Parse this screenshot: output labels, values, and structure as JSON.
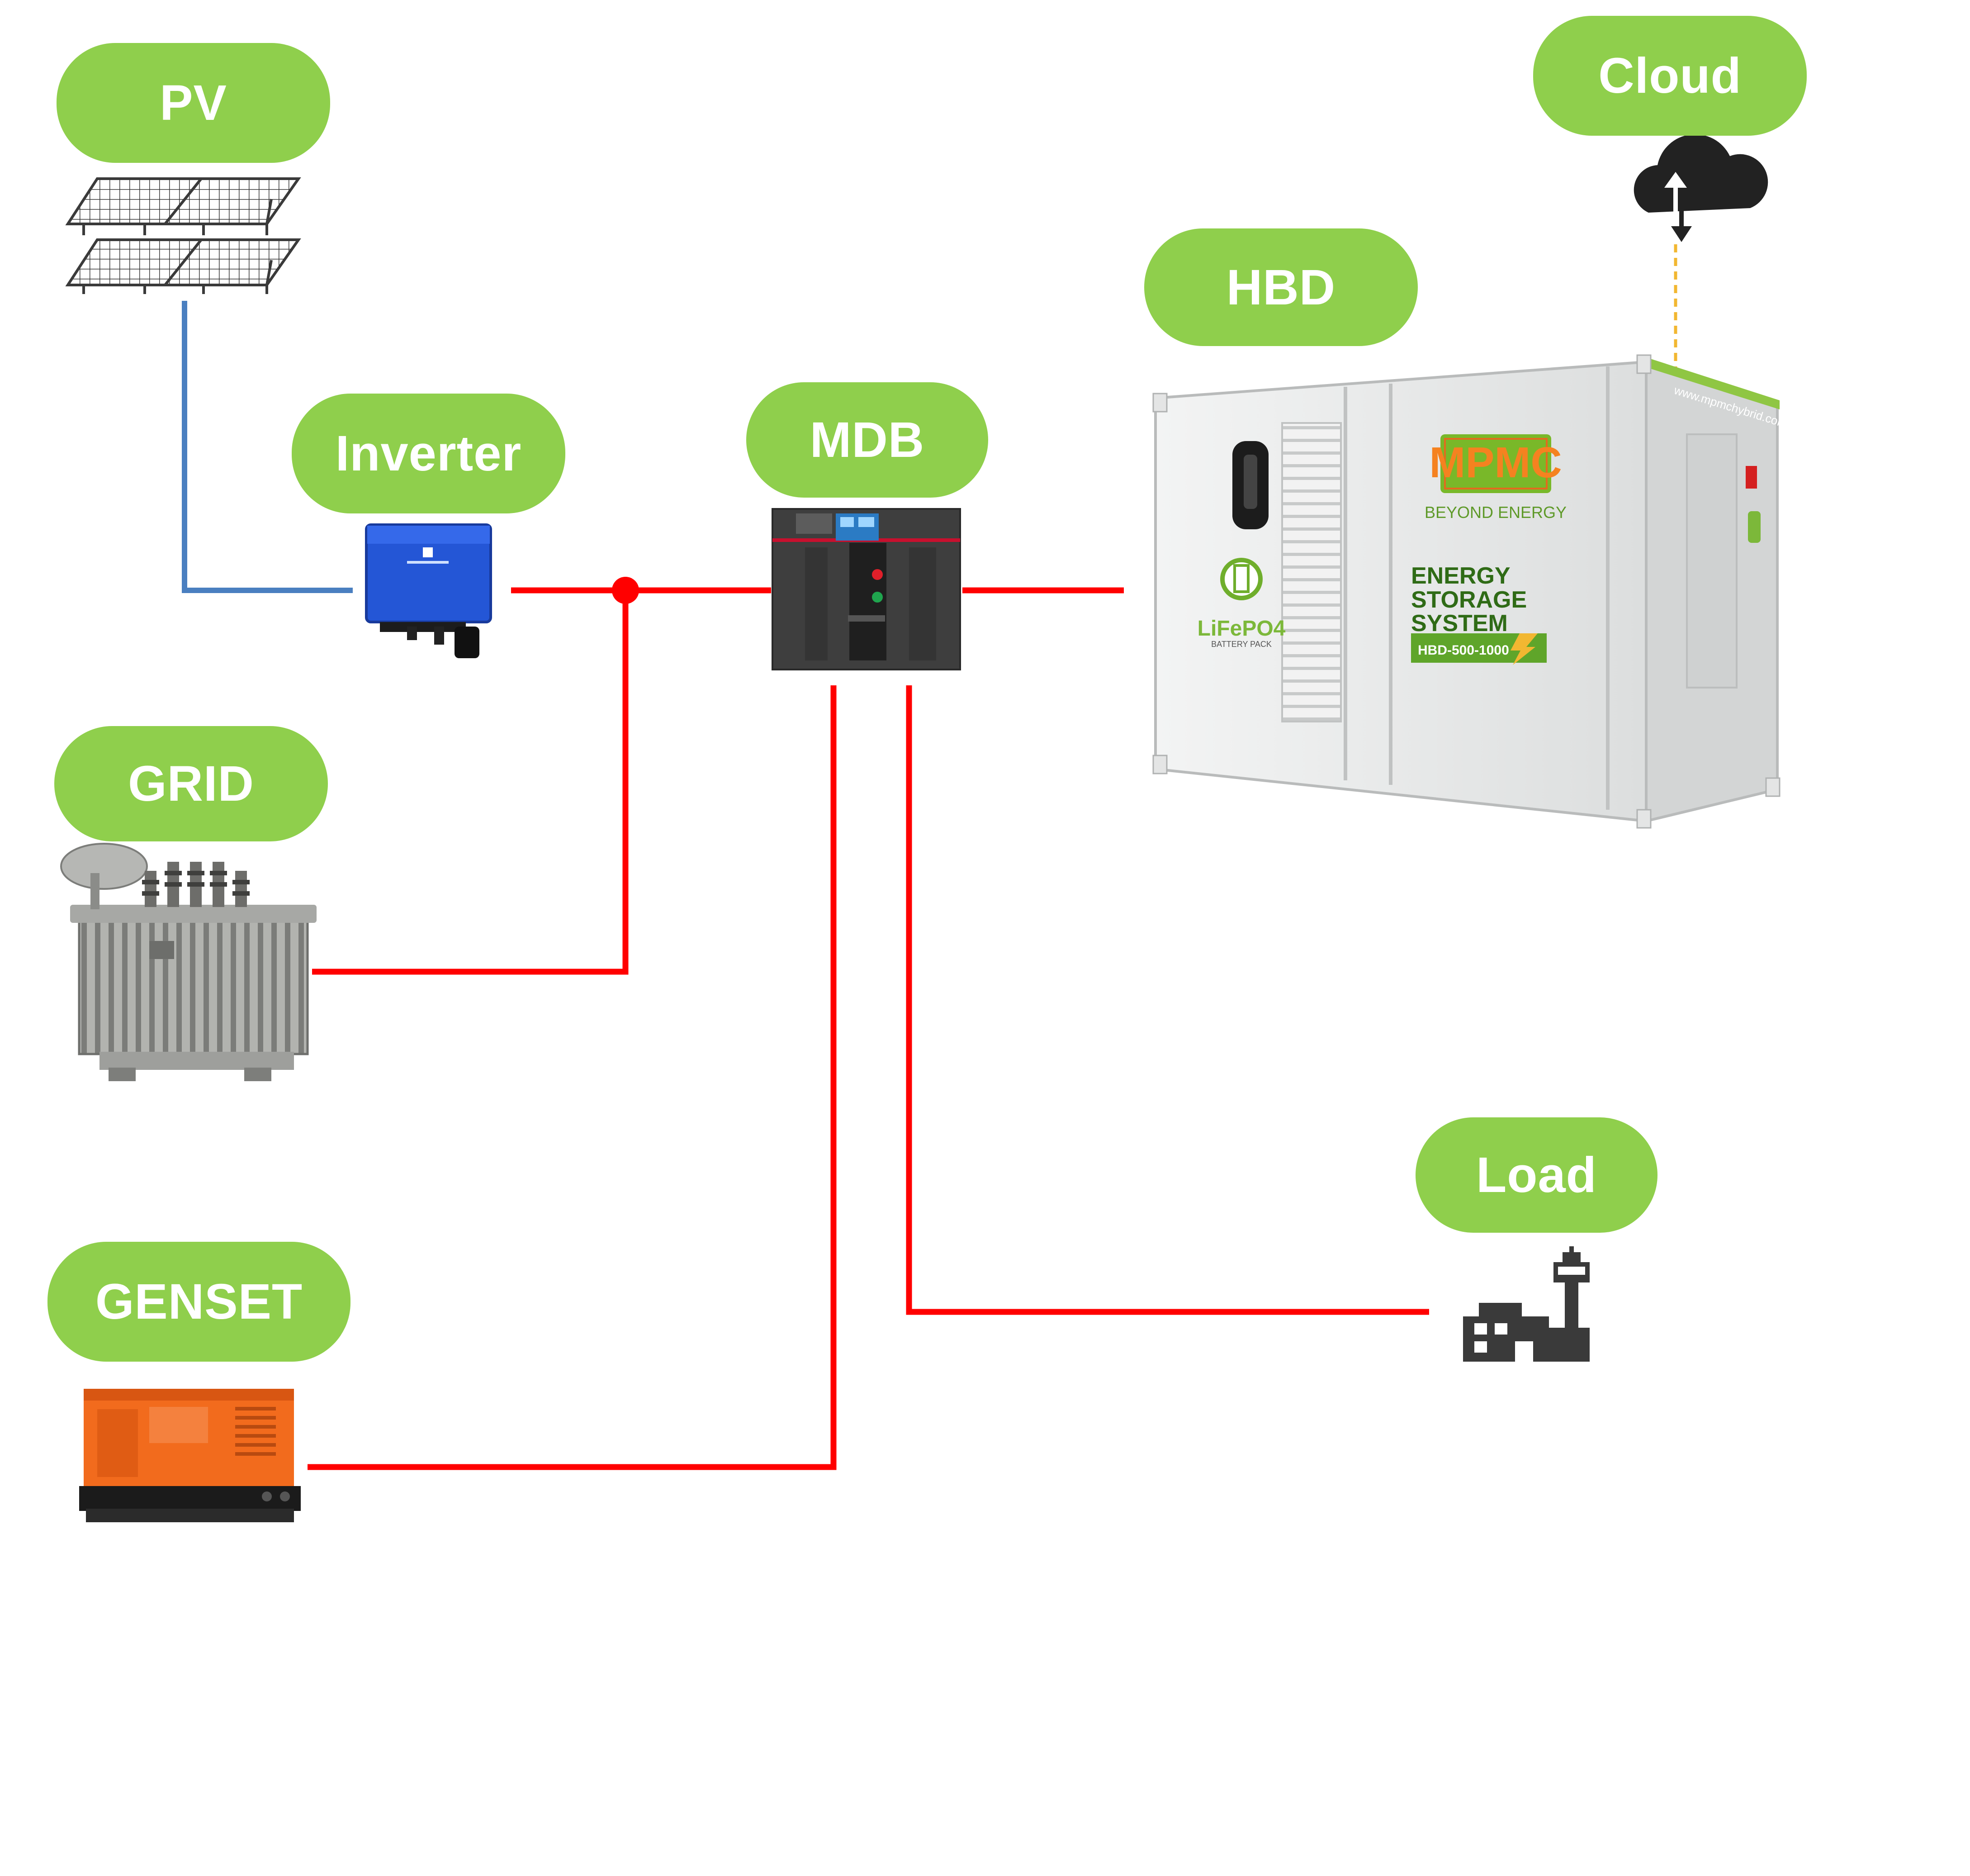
{
  "labels": {
    "pv": "PV",
    "inverter": "Inverter",
    "grid": "GRID",
    "genset": "GENSET",
    "mdb": "MDB",
    "hbd": "HBD",
    "cloud": "Cloud",
    "load": "Load"
  },
  "container": {
    "brand": "MPMC",
    "tagline": "BEYOND ENERGY",
    "battery_label": "LiFePO4",
    "battery_sub": "BATTERY PACK",
    "title_line1": "ENERGY",
    "title_line2": "STORAGE",
    "title_line3": "SYSTEM",
    "model": "HBD-500-1000",
    "website": "www.mpmchybrid.com"
  },
  "colors": {
    "pill": "#8fcf4c",
    "power_line": "#ff0000",
    "dc_line": "#4a7fc0",
    "data_line": "#f2b731"
  },
  "icons": {
    "pv": "solar-panel-icon",
    "inverter": "inverter-icon",
    "grid": "transformer-icon",
    "genset": "generator-icon",
    "mdb": "breaker-icon",
    "hbd": "storage-container-icon",
    "cloud": "cloud-sync-icon",
    "load": "factory-icon"
  }
}
